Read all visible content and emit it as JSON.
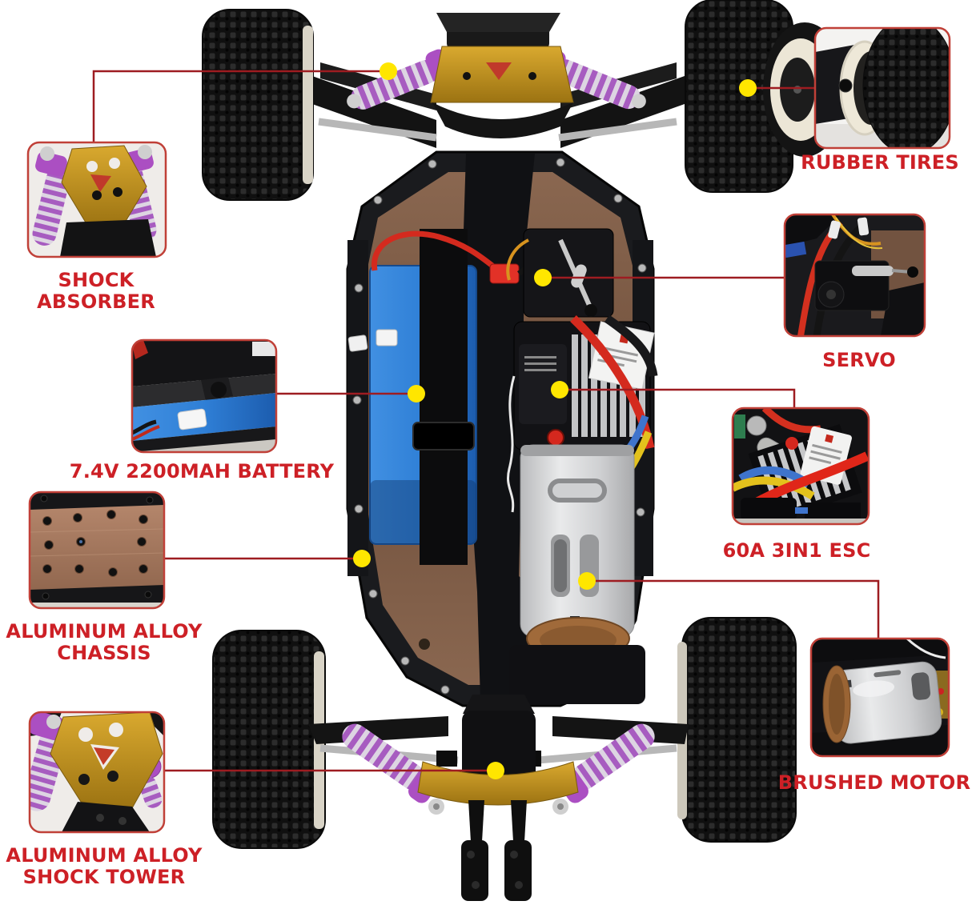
{
  "colors": {
    "label_text": "#cd2026",
    "callout_line": "#9e1c21",
    "callout_dot": "#ffe600",
    "inset_border": "#c04038",
    "background": "#ffffff",
    "battery_blue": "#2f7fd6",
    "shock_purple": "#ab4fc2",
    "alloy_gold": "#c9952c",
    "chassis_copper": "#a8826e",
    "motor_silver": "#d9dadb"
  },
  "callouts": [
    {
      "id": "rubber-tires",
      "label": "RUBBER TIRES"
    },
    {
      "id": "shock-absorber",
      "label": "SHOCK ABSORBER"
    },
    {
      "id": "servo",
      "label": "SERVO"
    },
    {
      "id": "battery",
      "label": "7.4V 2200MAH BATTERY"
    },
    {
      "id": "esc",
      "label": "60A 3IN1 ESC"
    },
    {
      "id": "chassis",
      "label": "ALUMINUM ALLOY CHASSIS"
    },
    {
      "id": "brushed-motor",
      "label": "BRUSHED MOTOR"
    },
    {
      "id": "shock-tower",
      "label": "ALUMINUM ALLOY SHOCK TOWER"
    }
  ]
}
